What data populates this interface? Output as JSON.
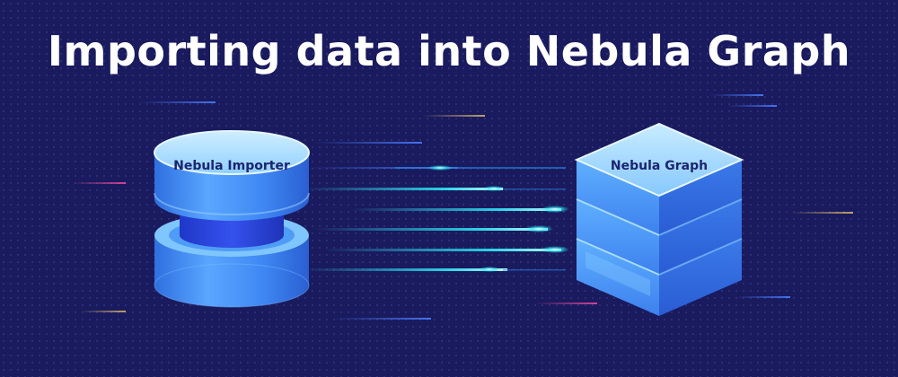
{
  "title": "Importing data into Nebula Graph",
  "importer": {
    "label": "Nebula Importer"
  },
  "graph": {
    "label": "Nebula Graph"
  },
  "colors": {
    "background": "#1a1a5e",
    "cylinder": "#3d8cf5",
    "cube": "#4a8ff0",
    "stream": "#2ee6f5"
  }
}
